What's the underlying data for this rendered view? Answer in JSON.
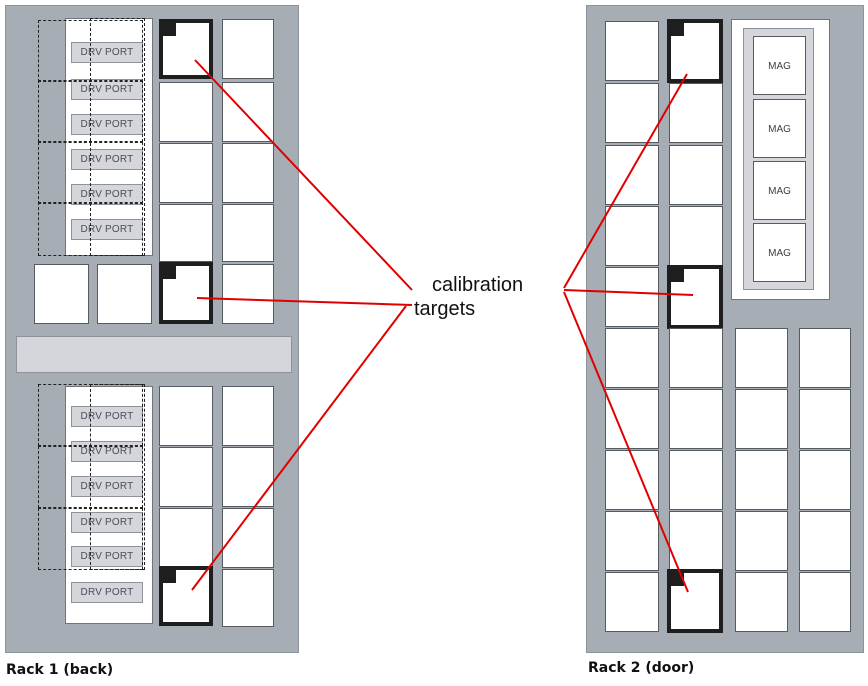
{
  "drive_label": "DRV PORT",
  "mag_label": "MAG",
  "callout": {
    "line1": "calibration",
    "line2": "targets",
    "color": "#e00000"
  },
  "racks": [
    {
      "caption": "Rack 1 (back)"
    },
    {
      "caption": "Rack 2 (door)"
    }
  ],
  "colors": {
    "frame": "#a6adb4",
    "slot": "#ffffff",
    "target_border": "#1e1e1e",
    "drive_port": "#d4d6db"
  }
}
